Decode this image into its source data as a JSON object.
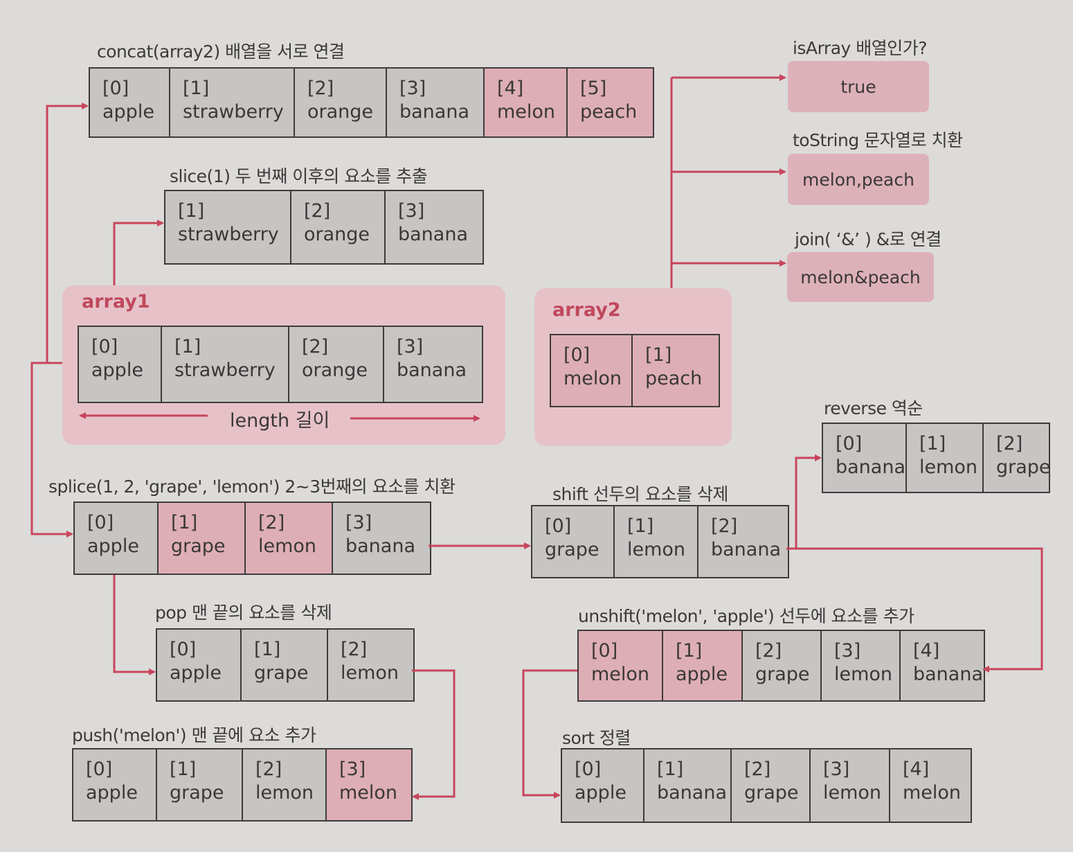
{
  "colors": {
    "accent": "#c8455c",
    "panel": "#e6c2c8",
    "cell": "#c7c5c3",
    "cell_highlight": "#deaeb6"
  },
  "array1": {
    "title": "array1",
    "cells": [
      {
        "index": "[0]",
        "value": "apple"
      },
      {
        "index": "[1]",
        "value": "strawberry"
      },
      {
        "index": "[2]",
        "value": "orange"
      },
      {
        "index": "[3]",
        "value": "banana"
      }
    ],
    "length_label": "length 길이"
  },
  "array2": {
    "title": "array2",
    "cells": [
      {
        "index": "[0]",
        "value": "melon"
      },
      {
        "index": "[1]",
        "value": "peach"
      }
    ]
  },
  "concat": {
    "label": "concat(array2) 배열을 서로 연결",
    "cells": [
      {
        "index": "[0]",
        "value": "apple",
        "highlight": false
      },
      {
        "index": "[1]",
        "value": "strawberry",
        "highlight": false
      },
      {
        "index": "[2]",
        "value": "orange",
        "highlight": false
      },
      {
        "index": "[3]",
        "value": "banana",
        "highlight": false
      },
      {
        "index": "[4]",
        "value": "melon",
        "highlight": true
      },
      {
        "index": "[5]",
        "value": "peach",
        "highlight": true
      }
    ]
  },
  "slice": {
    "label": "slice(1) 두 번째 이후의 요소를 추출",
    "cells": [
      {
        "index": "[1]",
        "value": "strawberry",
        "highlight": false
      },
      {
        "index": "[2]",
        "value": "orange",
        "highlight": false
      },
      {
        "index": "[3]",
        "value": "banana",
        "highlight": false
      }
    ]
  },
  "splice": {
    "label": "splice(1, 2, 'grape', 'lemon') 2~3번째의 요소를 치환",
    "cells": [
      {
        "index": "[0]",
        "value": "apple",
        "highlight": false
      },
      {
        "index": "[1]",
        "value": "grape",
        "highlight": true
      },
      {
        "index": "[2]",
        "value": "lemon",
        "highlight": true
      },
      {
        "index": "[3]",
        "value": "banana",
        "highlight": false
      }
    ]
  },
  "pop": {
    "label": "pop 맨 끝의 요소를 삭제",
    "cells": [
      {
        "index": "[0]",
        "value": "apple",
        "highlight": false
      },
      {
        "index": "[1]",
        "value": "grape",
        "highlight": false
      },
      {
        "index": "[2]",
        "value": "lemon",
        "highlight": false
      }
    ]
  },
  "push": {
    "label": "push('melon') 맨 끝에 요소 추가",
    "cells": [
      {
        "index": "[0]",
        "value": "apple",
        "highlight": false
      },
      {
        "index": "[1]",
        "value": "grape",
        "highlight": false
      },
      {
        "index": "[2]",
        "value": "lemon",
        "highlight": false
      },
      {
        "index": "[3]",
        "value": "melon",
        "highlight": true
      }
    ]
  },
  "shift": {
    "label": "shift 선두의 요소를 삭제",
    "cells": [
      {
        "index": "[0]",
        "value": "grape",
        "highlight": false
      },
      {
        "index": "[1]",
        "value": "lemon",
        "highlight": false
      },
      {
        "index": "[2]",
        "value": "banana",
        "highlight": false
      }
    ]
  },
  "reverse": {
    "label": "reverse 역순",
    "cells": [
      {
        "index": "[0]",
        "value": "banana",
        "highlight": false
      },
      {
        "index": "[1]",
        "value": "lemon",
        "highlight": false
      },
      {
        "index": "[2]",
        "value": "grape",
        "highlight": false
      }
    ]
  },
  "unshift": {
    "label": "unshift('melon', 'apple') 선두에 요소를 추가",
    "cells": [
      {
        "index": "[0]",
        "value": "melon",
        "highlight": true
      },
      {
        "index": "[1]",
        "value": "apple",
        "highlight": true
      },
      {
        "index": "[2]",
        "value": "grape",
        "highlight": false
      },
      {
        "index": "[3]",
        "value": "lemon",
        "highlight": false
      },
      {
        "index": "[4]",
        "value": "banana",
        "highlight": false
      }
    ]
  },
  "sort": {
    "label": "sort 정렬",
    "cells": [
      {
        "index": "[0]",
        "value": "apple",
        "highlight": false
      },
      {
        "index": "[1]",
        "value": "banana",
        "highlight": false
      },
      {
        "index": "[2]",
        "value": "grape",
        "highlight": false
      },
      {
        "index": "[3]",
        "value": "lemon",
        "highlight": false
      },
      {
        "index": "[4]",
        "value": "melon",
        "highlight": false
      }
    ]
  },
  "is_array": {
    "label": "isArray 배열인가?",
    "result": "true"
  },
  "to_string": {
    "label": "toString 문자열로 치환",
    "result": "melon,peach"
  },
  "join": {
    "label": "join( ‘&’ ) &로 연결",
    "result": "melon&peach"
  }
}
